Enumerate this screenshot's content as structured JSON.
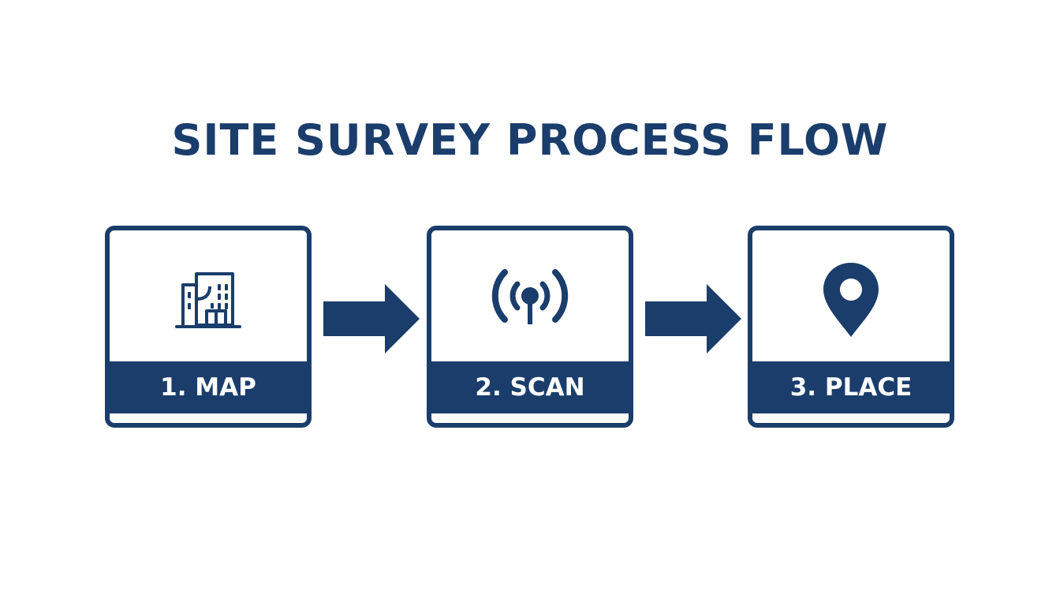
{
  "title": "SITE SURVEY PROCESS FLOW",
  "colors": {
    "primary": "#1a3d6b",
    "background": "#ffffff"
  },
  "steps": [
    {
      "label": "1. MAP",
      "icon": "building-icon"
    },
    {
      "label": "2. SCAN",
      "icon": "signal-antenna-icon"
    },
    {
      "label": "3. PLACE",
      "icon": "location-pin-icon"
    }
  ]
}
